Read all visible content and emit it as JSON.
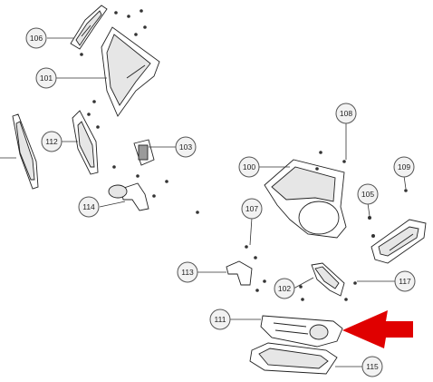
{
  "callouts": [
    {
      "id": "c106",
      "label": "106"
    },
    {
      "id": "c101",
      "label": "101"
    },
    {
      "id": "c112",
      "label": "112"
    },
    {
      "id": "c103",
      "label": "103"
    },
    {
      "id": "c114",
      "label": "114"
    },
    {
      "id": "c108",
      "label": "108"
    },
    {
      "id": "c100",
      "label": "100"
    },
    {
      "id": "c109",
      "label": "109"
    },
    {
      "id": "c105",
      "label": "105"
    },
    {
      "id": "c107",
      "label": "107"
    },
    {
      "id": "c113",
      "label": "113"
    },
    {
      "id": "c102",
      "label": "102"
    },
    {
      "id": "c117",
      "label": "117"
    },
    {
      "id": "c111",
      "label": "111"
    },
    {
      "id": "c115",
      "label": "115"
    }
  ],
  "colors": {
    "arrow": "#e00000",
    "line": "#222222",
    "bubble": "#f2f2f2"
  }
}
